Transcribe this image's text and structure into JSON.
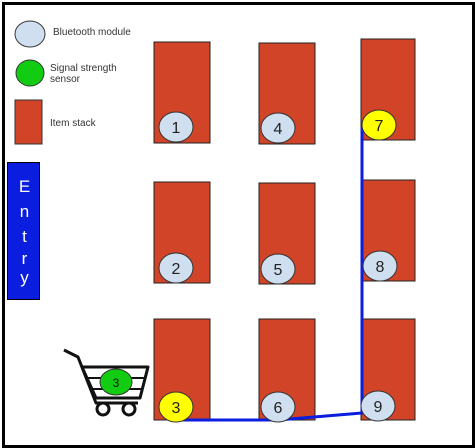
{
  "legend": {
    "bluetooth_label": "Bluetooth module",
    "sensor_label_line1": "Signal strength",
    "sensor_label_line2": "sensor",
    "stack_label": "Item stack"
  },
  "entry": {
    "letters": [
      "E",
      "n",
      "t",
      "r",
      "y"
    ]
  },
  "cart": {
    "label": "3"
  },
  "colors": {
    "stack": "#d24427",
    "bluetooth": "#cfdff0",
    "sensor": "#11cc11",
    "highlight": "#ffff00",
    "path": "#0b1ee0",
    "entry": "#0b1ee0"
  },
  "nodes": [
    {
      "label": "1",
      "highlight": false
    },
    {
      "label": "4",
      "highlight": false
    },
    {
      "label": "7",
      "highlight": true
    },
    {
      "label": "2",
      "highlight": false
    },
    {
      "label": "5",
      "highlight": false
    },
    {
      "label": "8",
      "highlight": false
    },
    {
      "label": "3",
      "highlight": true
    },
    {
      "label": "6",
      "highlight": false
    },
    {
      "label": "9",
      "highlight": false
    }
  ]
}
